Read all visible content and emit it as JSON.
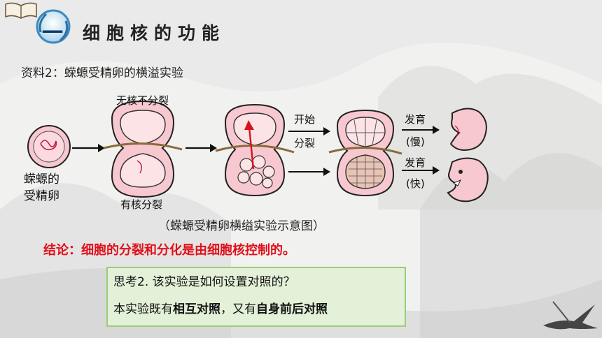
{
  "header": {
    "badge": "一",
    "section_title": "细胞核的功能"
  },
  "material": "资料2：蝾螈受精卵的横溢实验",
  "diagram": {
    "egg_label_line1": "蝾螈的",
    "egg_label_line2": "受精卵",
    "no_nucleus": "无核不分裂",
    "with_nucleus": "有核分裂",
    "start_label_line1": "开始",
    "start_label_line2": "分裂",
    "develop_slow_line1": "发育",
    "develop_slow_line2": "(慢)",
    "develop_fast_line1": "发育",
    "develop_fast_line2": "(快)",
    "caption": "（蝾螈受精卵横缢实验示意图）"
  },
  "conclusion": "结论：细胞的分裂和分化是由细胞核控制的。",
  "think": {
    "question": "思考2. 该实验是如何设置对照的？",
    "answer_prefix": "本实验既有",
    "answer_bold1": "相互对照",
    "answer_mid": "，又有",
    "answer_bold2": "自身前后对照"
  }
}
